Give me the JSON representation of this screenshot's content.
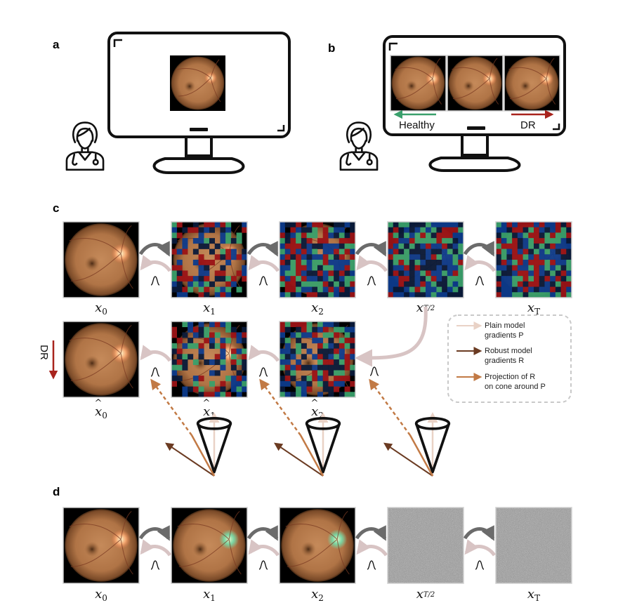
{
  "panels": {
    "a": "a",
    "b": "b",
    "c": "c",
    "d": "d"
  },
  "scale": {
    "left": "Healthy",
    "right": "DR"
  },
  "side_label": "DR",
  "legend": [
    {
      "line1": "Plain model",
      "line2": "gradients P",
      "color": "#e9d2c6"
    },
    {
      "line1": "Robust model",
      "line2": "gradients R",
      "color": "#6b3b22"
    },
    {
      "line1": "Projection of R",
      "line2": "on cone around P",
      "color": "#c27a45"
    }
  ],
  "noise_colors": [
    "#0d3b8c",
    "#9b1316",
    "#3aa06c",
    "#0a1a3a"
  ],
  "c_top": [
    {
      "base": "x",
      "sub": "0",
      "hat": false,
      "frac": false
    },
    {
      "base": "x",
      "sub": "1",
      "hat": false,
      "frac": false
    },
    {
      "base": "x",
      "sub": "2",
      "hat": false,
      "frac": false
    },
    {
      "base": "x",
      "sub": "T/2",
      "hat": false,
      "frac": true,
      "num": "T",
      "den": "2"
    },
    {
      "base": "x",
      "sub": "T",
      "hat": false,
      "frac": false
    }
  ],
  "c_bottom": [
    {
      "base": "x",
      "sub": "0",
      "hat": true
    },
    {
      "base": "x",
      "sub": "1",
      "hat": true
    },
    {
      "base": "x",
      "sub": "2",
      "hat": true
    }
  ],
  "d_row": [
    {
      "base": "x",
      "sub": "0",
      "frac": false
    },
    {
      "base": "x",
      "sub": "1",
      "frac": false
    },
    {
      "base": "x",
      "sub": "2",
      "frac": false
    },
    {
      "base": "x",
      "sub": "T/2",
      "frac": true,
      "num": "T",
      "den": "2"
    },
    {
      "base": "x",
      "sub": "T",
      "frac": false
    }
  ]
}
